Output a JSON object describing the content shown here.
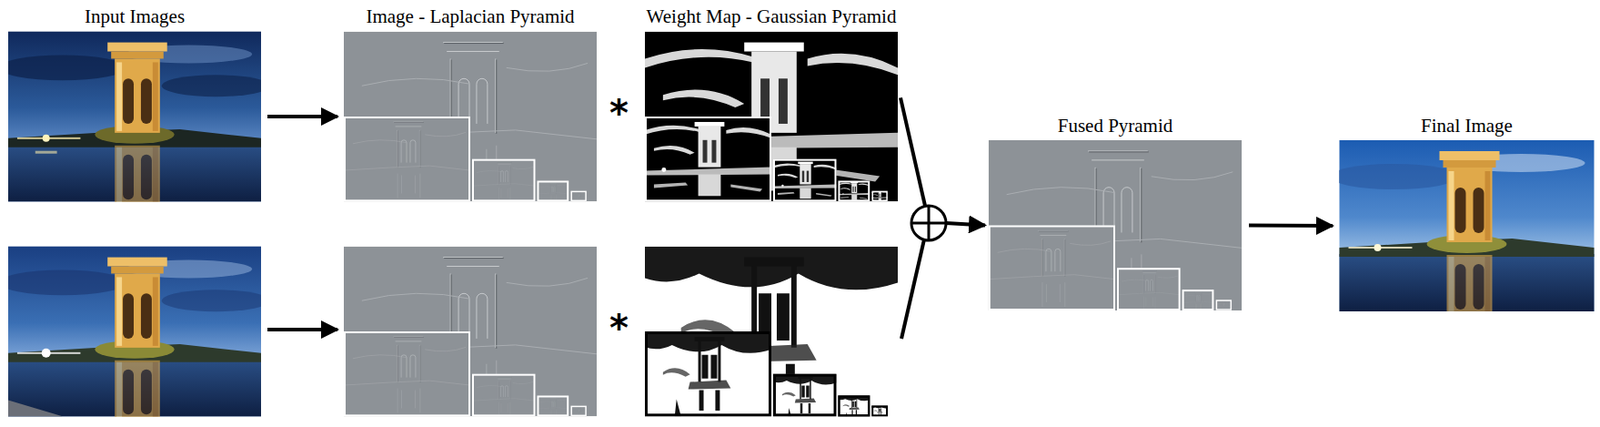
{
  "diagram": {
    "nodes": [
      {
        "text": [
          "Input Images"
        ]
      },
      {
        "text": [
          "Image - Laplacian Pyramid"
        ]
      },
      {
        "text": [
          "Weight Map - Gaussian Pyramid"
        ]
      },
      {
        "text": [
          "Fused Pyramid"
        ]
      },
      {
        "text": [
          "Final Image"
        ]
      }
    ],
    "edges": [
      {
        "from": 0,
        "to": 1,
        "arrow": "to"
      },
      {
        "from": 2,
        "to": 3,
        "arrow": "to"
      },
      {
        "from": 3,
        "to": 4,
        "arrow": "to"
      }
    ],
    "labels": [
      "*",
      "*"
    ]
  }
}
